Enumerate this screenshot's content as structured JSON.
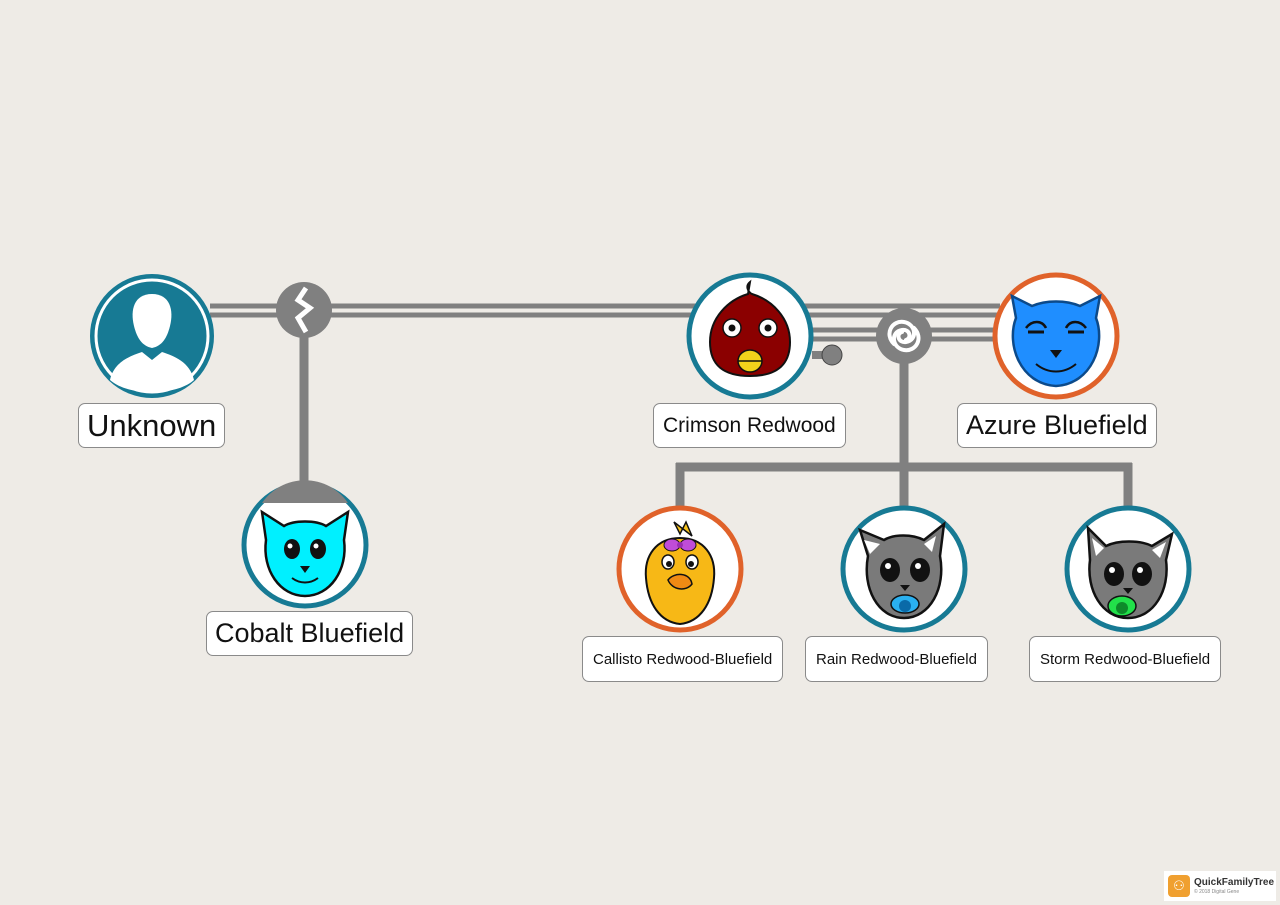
{
  "colors": {
    "background": "#eeebe6",
    "connector": "#808080",
    "male_ring": "#177a94",
    "female_ring": "#e0622a",
    "label_border": "#8a8a8a"
  },
  "people": {
    "unknown": {
      "name": "Unknown",
      "ring": "male",
      "avatar": "silhouette-avatar"
    },
    "cobalt": {
      "name": "Cobalt Bluefield",
      "ring": "male",
      "avatar": "cyan-cat-avatar"
    },
    "crimson": {
      "name": "Crimson Redwood",
      "ring": "male",
      "avatar": "red-bird-avatar"
    },
    "azure": {
      "name": "Azure Bluefield",
      "ring": "female",
      "avatar": "blue-cat-avatar"
    },
    "callisto": {
      "name": "Callisto Redwood-Bluefield",
      "ring": "female",
      "avatar": "yellow-chick-avatar"
    },
    "rain": {
      "name": "Rain Redwood-Bluefield",
      "ring": "male",
      "avatar": "gray-kitten-blue-pacifier-avatar"
    },
    "storm": {
      "name": "Storm Redwood-Bluefield",
      "ring": "male",
      "avatar": "gray-kitten-green-pacifier-avatar"
    }
  },
  "relationships": [
    {
      "partners": [
        "unknown",
        "azure"
      ],
      "status": "divorced",
      "icon": "broken-link-icon",
      "children": [
        "cobalt"
      ]
    },
    {
      "partners": [
        "crimson",
        "azure"
      ],
      "status": "married",
      "icon": "wedding-rings-icon",
      "children": [
        "callisto",
        "rain",
        "storm"
      ]
    }
  ],
  "brand": {
    "name": "QuickFamilyTree",
    "copyright": "© 2018 Digital Gene"
  }
}
